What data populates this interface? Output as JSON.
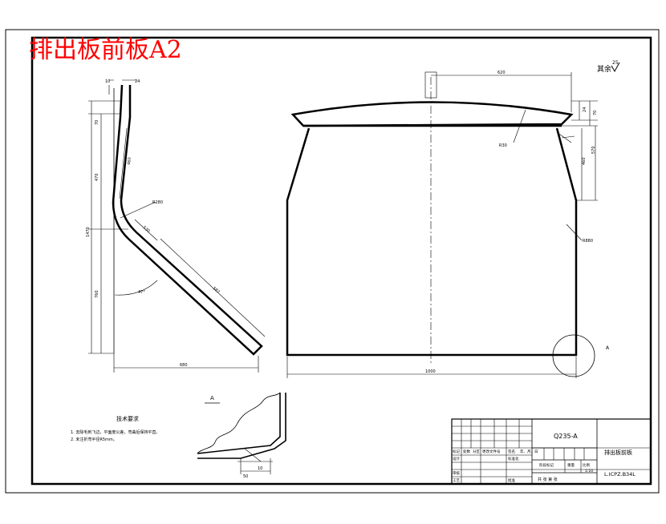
{
  "title": "排出板前板A2",
  "colors": {
    "title": "#ff0000",
    "line": "#000000",
    "paper": "#ffffff"
  },
  "roughness": {
    "symbol": "其余",
    "value": "25"
  },
  "section": {
    "label": "A"
  },
  "dims": {
    "top_small": "10",
    "top_small2": "24",
    "seg1": "70",
    "seg2": "470",
    "seg3": "760",
    "seg_slant": "460",
    "total_h": "1470",
    "radius": "R280",
    "slant_len": "530",
    "slant_len2": "587",
    "angle": "47°",
    "bottom_w": "680",
    "front_w": "1000",
    "top_w": "620",
    "r_small": "R30",
    "r_right": "R880",
    "v_small": "24",
    "v_small2": "70",
    "v_r1": "460",
    "v_r2": "570",
    "detail_w1": "10",
    "detail_w2": "50"
  },
  "tech": {
    "heading": "技术要求",
    "line1": "1. 去除毛刺飞边，平面度公差，弯曲后保持平直。",
    "line2": "2. 未注折弯半径R5mm。"
  },
  "title_block": {
    "material": "Q235-A",
    "name": "排出板前板",
    "code": "L.ICPZ.B34L",
    "row_labels": [
      "标记",
      "处数",
      "分区",
      "更改文件号",
      "签名",
      "年、月、日"
    ],
    "design": "设计",
    "standard": "标准化",
    "check": "审核",
    "process": "工艺",
    "approve": "批准",
    "stage_mark": "阶段标记",
    "weight": "重量",
    "scale": "比例",
    "scale_val": "1:10",
    "sheets": "共  张  第  张"
  }
}
